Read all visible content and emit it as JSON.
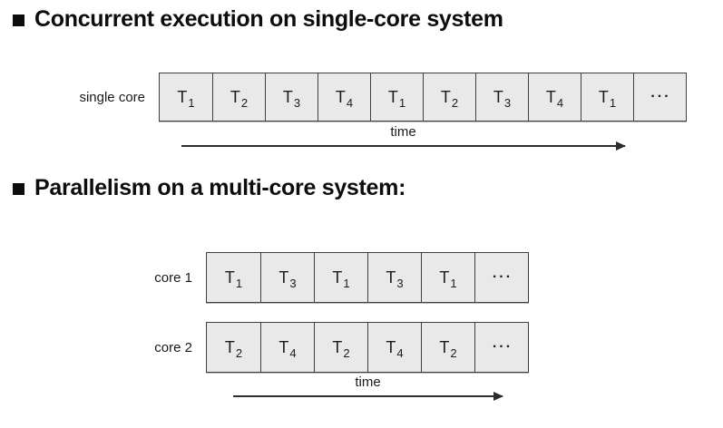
{
  "colors": {
    "background": "#ffffff",
    "cell_fill": "#e9e9e9",
    "cell_border": "#3f3f3f",
    "heading_text": "#0d0d0d",
    "label_text": "#1a1a1a"
  },
  "section1": {
    "heading": "Concurrent execution on single-core system",
    "row": {
      "label": "single core",
      "cells": [
        {
          "t": "T",
          "sub": "1"
        },
        {
          "t": "T",
          "sub": "2"
        },
        {
          "t": "T",
          "sub": "3"
        },
        {
          "t": "T",
          "sub": "4"
        },
        {
          "t": "T",
          "sub": "1"
        },
        {
          "t": "T",
          "sub": "2"
        },
        {
          "t": "T",
          "sub": "3"
        },
        {
          "t": "T",
          "sub": "4"
        },
        {
          "t": "T",
          "sub": "1"
        },
        {
          "t": "...",
          "sub": ""
        }
      ]
    },
    "time_label": "time"
  },
  "section2": {
    "heading": "Parallelism on a multi-core system:",
    "rows": [
      {
        "label": "core 1",
        "cells": [
          {
            "t": "T",
            "sub": "1"
          },
          {
            "t": "T",
            "sub": "3"
          },
          {
            "t": "T",
            "sub": "1"
          },
          {
            "t": "T",
            "sub": "3"
          },
          {
            "t": "T",
            "sub": "1"
          },
          {
            "t": "...",
            "sub": ""
          }
        ]
      },
      {
        "label": "core 2",
        "cells": [
          {
            "t": "T",
            "sub": "2"
          },
          {
            "t": "T",
            "sub": "4"
          },
          {
            "t": "T",
            "sub": "2"
          },
          {
            "t": "T",
            "sub": "4"
          },
          {
            "t": "T",
            "sub": "2"
          },
          {
            "t": "...",
            "sub": ""
          }
        ]
      }
    ],
    "time_label": "time"
  }
}
